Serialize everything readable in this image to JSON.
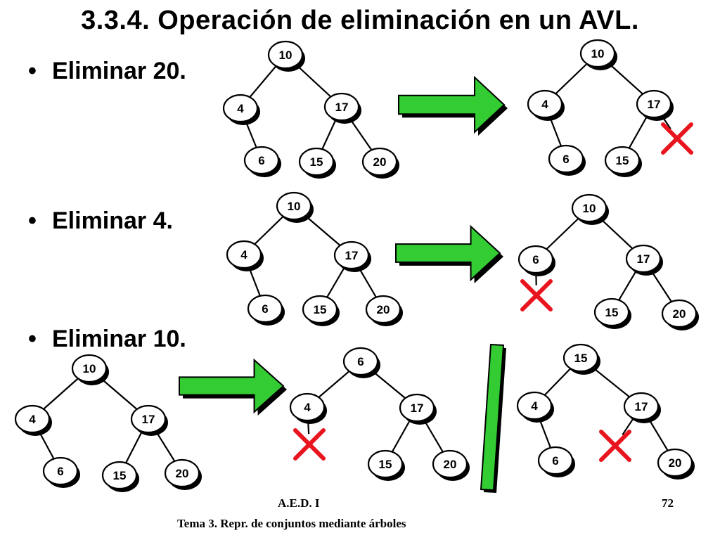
{
  "slide": {
    "title": "3.3.4. Operación de eliminación en un AVL.",
    "bullets": [
      "Eliminar 20.",
      "Eliminar 4.",
      "Eliminar 10."
    ],
    "footer_left": "A.E.D. I",
    "footer_page": "72",
    "footer_subtitle": "Tema 3. Repr. de conjuntos mediante árboles"
  },
  "colors": {
    "arrow_fill": "#33cc33",
    "cross": "#e8141e",
    "node_fill": "#ffffff",
    "node_stroke": "#000000"
  },
  "trees": [
    {
      "id": "t1",
      "nodes": [
        "10",
        "4",
        "17",
        "6",
        "15",
        "20"
      ],
      "edges": [
        [
          0,
          1
        ],
        [
          0,
          2
        ],
        [
          1,
          3
        ],
        [
          2,
          4
        ],
        [
          2,
          5
        ]
      ]
    },
    {
      "id": "t2",
      "nodes": [
        "10",
        "4",
        "17",
        "6",
        "15"
      ],
      "edges": [
        [
          0,
          1
        ],
        [
          0,
          2
        ],
        [
          1,
          3
        ],
        [
          2,
          4
        ],
        [
          2,
          "cross"
        ]
      ]
    },
    {
      "id": "t3",
      "nodes": [
        "10",
        "4",
        "17",
        "6",
        "15",
        "20"
      ],
      "edges": [
        [
          0,
          1
        ],
        [
          0,
          2
        ],
        [
          1,
          3
        ],
        [
          2,
          4
        ],
        [
          2,
          5
        ]
      ]
    },
    {
      "id": "t4",
      "nodes": [
        "10",
        "6",
        "17",
        "15",
        "20"
      ],
      "edges": [
        [
          0,
          1
        ],
        [
          0,
          2
        ],
        [
          2,
          3
        ],
        [
          2,
          4
        ],
        [
          1,
          "cross"
        ]
      ]
    },
    {
      "id": "t5",
      "nodes": [
        "10",
        "4",
        "17",
        "6",
        "15",
        "20"
      ],
      "edges": [
        [
          0,
          1
        ],
        [
          0,
          2
        ],
        [
          1,
          3
        ],
        [
          2,
          4
        ],
        [
          2,
          5
        ]
      ]
    },
    {
      "id": "t6",
      "nodes": [
        "6",
        "4",
        "17",
        "15",
        "20"
      ],
      "edges": [
        [
          0,
          1
        ],
        [
          0,
          2
        ],
        [
          2,
          3
        ],
        [
          2,
          4
        ],
        [
          1,
          "cross"
        ]
      ]
    },
    {
      "id": "t7",
      "nodes": [
        "15",
        "4",
        "17",
        "6",
        "20"
      ],
      "edges": [
        [
          0,
          1
        ],
        [
          0,
          2
        ],
        [
          1,
          3
        ],
        [
          2,
          4
        ],
        [
          2,
          "cross"
        ]
      ]
    }
  ]
}
